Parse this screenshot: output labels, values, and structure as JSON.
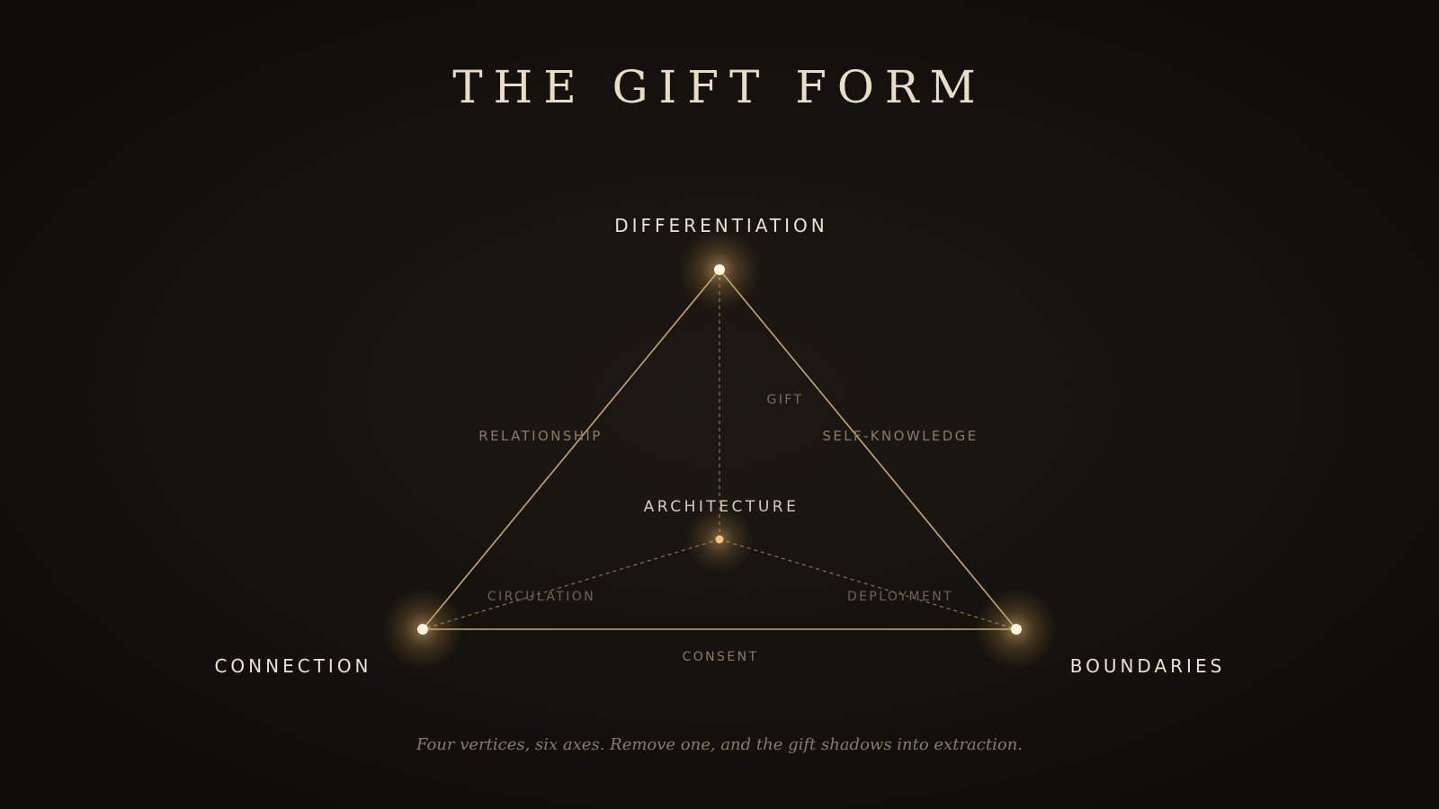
{
  "title": "THE GIFT FORM",
  "vertices": {
    "top": "DIFFERENTIATION",
    "left": "CONNECTION",
    "right": "BOUNDARIES",
    "center": "ARCHITECTURE"
  },
  "axes": {
    "left_edge": "RELATIONSHIP",
    "right_edge": "SELF-KNOWLEDGE",
    "bottom_edge": "CONSENT",
    "vertical": "GIFT",
    "center_left": "CIRCULATION",
    "center_right": "DEPLOYMENT"
  },
  "caption": "Four vertices, six axes. Remove one, and the gift shadows into extraction.",
  "colors": {
    "background": "#0f0d0b",
    "gold_line": "#c8a76c",
    "vertex_label": "#ece2cf",
    "axis_label": "#8c7b64",
    "title": "#e9ddc6"
  }
}
